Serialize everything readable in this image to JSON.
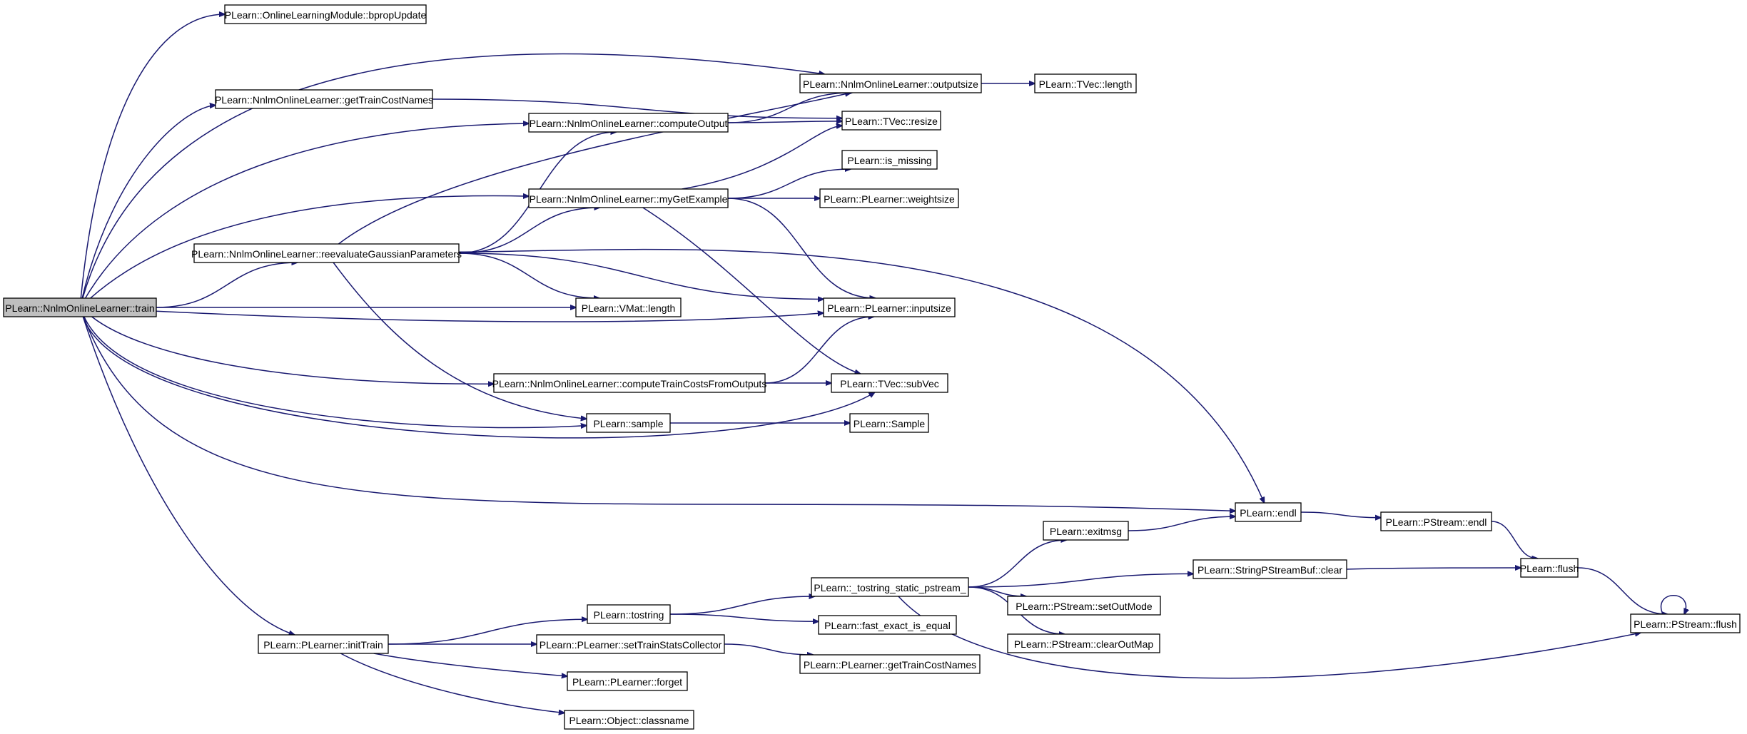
{
  "nodes": [
    {
      "id": "train",
      "label": "PLearn::NnlmOnlineLearner::train",
      "root": true
    },
    {
      "id": "bprop",
      "label": "PLearn::OnlineLearningModule::bpropUpdate"
    },
    {
      "id": "gtcn1",
      "label": "PLearn::NnlmOnlineLearner::getTrainCostNames"
    },
    {
      "id": "outsz",
      "label": "PLearn::NnlmOnlineLearner::outputsize"
    },
    {
      "id": "tvlen",
      "label": "PLearn::TVec::length"
    },
    {
      "id": "compout",
      "label": "PLearn::NnlmOnlineLearner::computeOutput"
    },
    {
      "id": "resize",
      "label": "PLearn::TVec::resize"
    },
    {
      "id": "ismiss",
      "label": "PLearn::is_missing"
    },
    {
      "id": "mygetex",
      "label": "PLearn::NnlmOnlineLearner::myGetExample"
    },
    {
      "id": "wsize",
      "label": "PLearn::PLearner::weightsize"
    },
    {
      "id": "reeval",
      "label": "PLearn::NnlmOnlineLearner::reevaluateGaussianParameters"
    },
    {
      "id": "vmlen",
      "label": "PLearn::VMat::length"
    },
    {
      "id": "insz",
      "label": "PLearn::PLearner::inputsize"
    },
    {
      "id": "ctcfo",
      "label": "PLearn::NnlmOnlineLearner::computeTrainCostsFromOutputs"
    },
    {
      "id": "subvec",
      "label": "PLearn::TVec::subVec"
    },
    {
      "id": "sample",
      "label": "PLearn::sample"
    },
    {
      "id": "Sample",
      "label": "PLearn::Sample"
    },
    {
      "id": "endl",
      "label": "PLearn::endl"
    },
    {
      "id": "psendl",
      "label": "PLearn::PStream::endl"
    },
    {
      "id": "exitmsg",
      "label": "PLearn::exitmsg"
    },
    {
      "id": "flush",
      "label": "PLearn::flush"
    },
    {
      "id": "tostr_ps",
      "label": "PLearn::_tostring_static_pstream_"
    },
    {
      "id": "spsbclear",
      "label": "PLearn::StringPStreamBuf::clear"
    },
    {
      "id": "setout",
      "label": "PLearn::PStream::setOutMode"
    },
    {
      "id": "tostring",
      "label": "PLearn::tostring"
    },
    {
      "id": "psflush",
      "label": "PLearn::PStream::flush"
    },
    {
      "id": "clearout",
      "label": "PLearn::PStream::clearOutMap"
    },
    {
      "id": "fastexact",
      "label": "PLearn::fast_exact_is_equal"
    },
    {
      "id": "inittrain",
      "label": "PLearn::PLearner::initTrain"
    },
    {
      "id": "settss",
      "label": "PLearn::PLearner::setTrainStatsCollector"
    },
    {
      "id": "gtcn2",
      "label": "PLearn::PLearner::getTrainCostNames"
    },
    {
      "id": "forget",
      "label": "PLearn::PLearner::forget"
    },
    {
      "id": "classname",
      "label": "PLearn::Object::classname"
    }
  ],
  "edges": [
    [
      "train",
      "bprop"
    ],
    [
      "train",
      "outsz"
    ],
    [
      "train",
      "gtcn1"
    ],
    [
      "train",
      "compout"
    ],
    [
      "train",
      "mygetex"
    ],
    [
      "train",
      "reeval"
    ],
    [
      "train",
      "vmlen"
    ],
    [
      "train",
      "insz"
    ],
    [
      "train",
      "ctcfo"
    ],
    [
      "train",
      "sample"
    ],
    [
      "train",
      "subvec"
    ],
    [
      "train",
      "endl"
    ],
    [
      "train",
      "inittrain"
    ],
    [
      "gtcn1",
      "resize"
    ],
    [
      "outsz",
      "tvlen"
    ],
    [
      "compout",
      "outsz"
    ],
    [
      "compout",
      "resize"
    ],
    [
      "mygetex",
      "resize"
    ],
    [
      "mygetex",
      "ismiss"
    ],
    [
      "mygetex",
      "wsize"
    ],
    [
      "mygetex",
      "insz"
    ],
    [
      "mygetex",
      "subvec"
    ],
    [
      "reeval",
      "compout"
    ],
    [
      "reeval",
      "outsz"
    ],
    [
      "reeval",
      "mygetex"
    ],
    [
      "reeval",
      "vmlen"
    ],
    [
      "reeval",
      "insz"
    ],
    [
      "reeval",
      "sample"
    ],
    [
      "reeval",
      "endl"
    ],
    [
      "ctcfo",
      "insz"
    ],
    [
      "ctcfo",
      "subvec"
    ],
    [
      "sample",
      "Sample"
    ],
    [
      "endl",
      "psendl"
    ],
    [
      "psendl",
      "flush"
    ],
    [
      "exitmsg",
      "endl"
    ],
    [
      "flush",
      "psflush"
    ],
    [
      "tostr_ps",
      "exitmsg"
    ],
    [
      "tostr_ps",
      "spsbclear"
    ],
    [
      "tostr_ps",
      "setout"
    ],
    [
      "tostr_ps",
      "clearout"
    ],
    [
      "tostr_ps",
      "psflush"
    ],
    [
      "spsbclear",
      "flush"
    ],
    [
      "tostring",
      "tostr_ps"
    ],
    [
      "tostring",
      "fastexact"
    ],
    [
      "psflush",
      "psflush"
    ],
    [
      "inittrain",
      "tostring"
    ],
    [
      "inittrain",
      "settss"
    ],
    [
      "inittrain",
      "forget"
    ],
    [
      "inittrain",
      "classname"
    ],
    [
      "settss",
      "gtcn2"
    ]
  ]
}
